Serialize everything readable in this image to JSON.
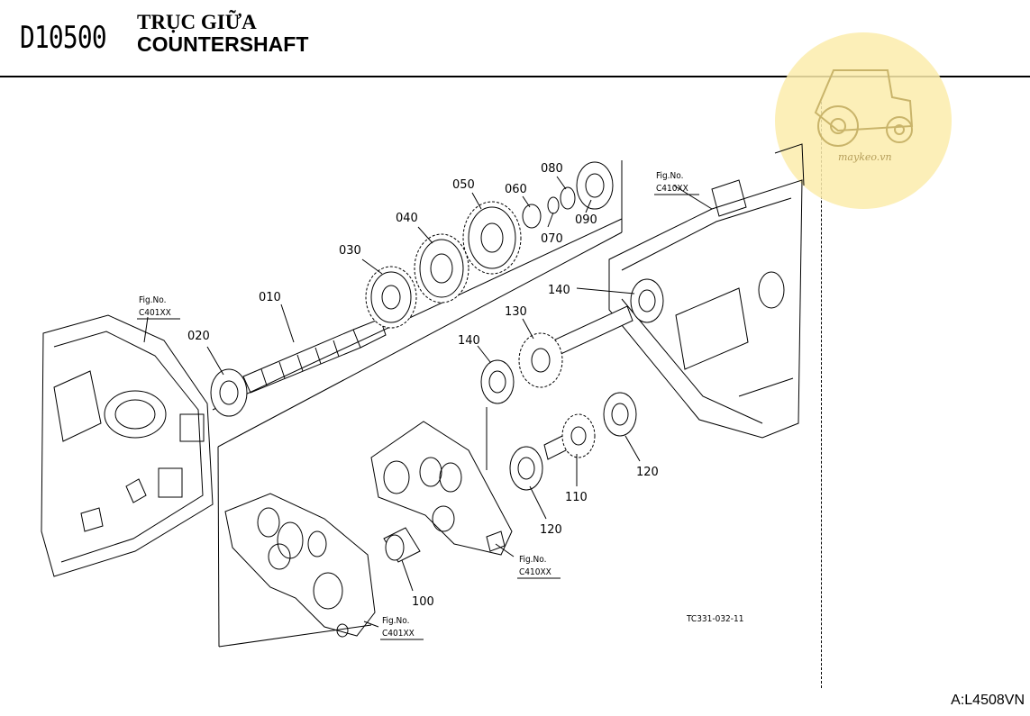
{
  "header": {
    "code": "D10500",
    "title_vi": "TRỤC GIỮA",
    "title_en": "COUNTERSHAFT"
  },
  "watermark": {
    "text": "maykeo.vn",
    "color": "#fcecab",
    "icon": "tractor-icon"
  },
  "parts": {
    "p010": "010",
    "p020": "020",
    "p030": "030",
    "p040": "040",
    "p050": "050",
    "p060": "060",
    "p070": "070",
    "p080": "080",
    "p090": "090",
    "p100": "100",
    "p110": "110",
    "p120a": "120",
    "p120b": "120",
    "p130": "130",
    "p140a": "140",
    "p140b": "140"
  },
  "figrefs": {
    "left_top": {
      "label": "Fig.No.",
      "code": "C401XX"
    },
    "right_top": {
      "label": "Fig.No.",
      "code": "C410XX"
    },
    "center": {
      "label": "Fig.No.",
      "code": "C410XX"
    },
    "bottom": {
      "label": "Fig.No.",
      "code": "C401XX"
    }
  },
  "drawing_code": "TC331-032-11",
  "page_code": "A:L4508VN"
}
